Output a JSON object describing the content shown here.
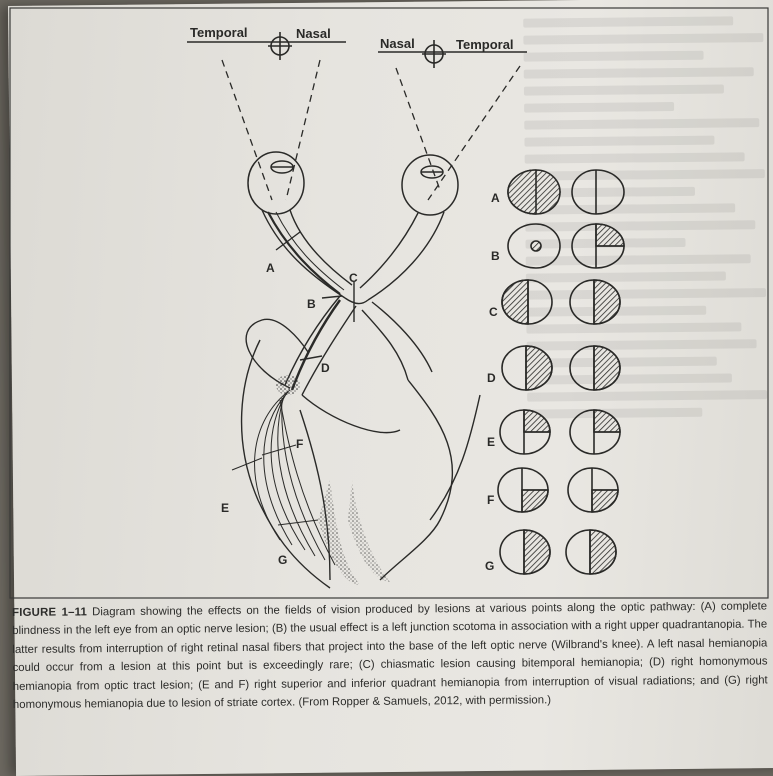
{
  "figure": {
    "eye_labels": {
      "left_temporal": "Temporal",
      "left_nasal": "Nasal",
      "right_nasal": "Nasal",
      "right_temporal": "Temporal"
    },
    "lesion_labels": [
      "A",
      "B",
      "C",
      "D",
      "E",
      "F",
      "G"
    ],
    "field_rows": [
      "A",
      "B",
      "C",
      "D",
      "E",
      "F",
      "G"
    ]
  },
  "caption": {
    "label": "FIGURE 1–11",
    "text": " Diagram showing the effects on the fields of vision produced by lesions at various points along the optic pathway: (A) complete blindness in the left eye from an optic nerve lesion; (B) the usual effect is a left junction scotoma in association with a right upper quadrantanopia. The latter results from interruption of right retinal nasal fibers that project into the base of the left optic nerve (Wilbrand's knee). A left nasal hemianopia could occur from a lesion at this point but is exceedingly rare; (C) chiasmatic lesion causing bitemporal hemianopia; (D) right homonymous hemianopia from optic tract lesion; (E and F) right superior and inferior quadrant hemianopia from interruption of visual radiations; and (G) right homonymous hemianopia due to lesion of striate cortex. (From Ropper & Samuels, 2012, with permission.)"
  }
}
